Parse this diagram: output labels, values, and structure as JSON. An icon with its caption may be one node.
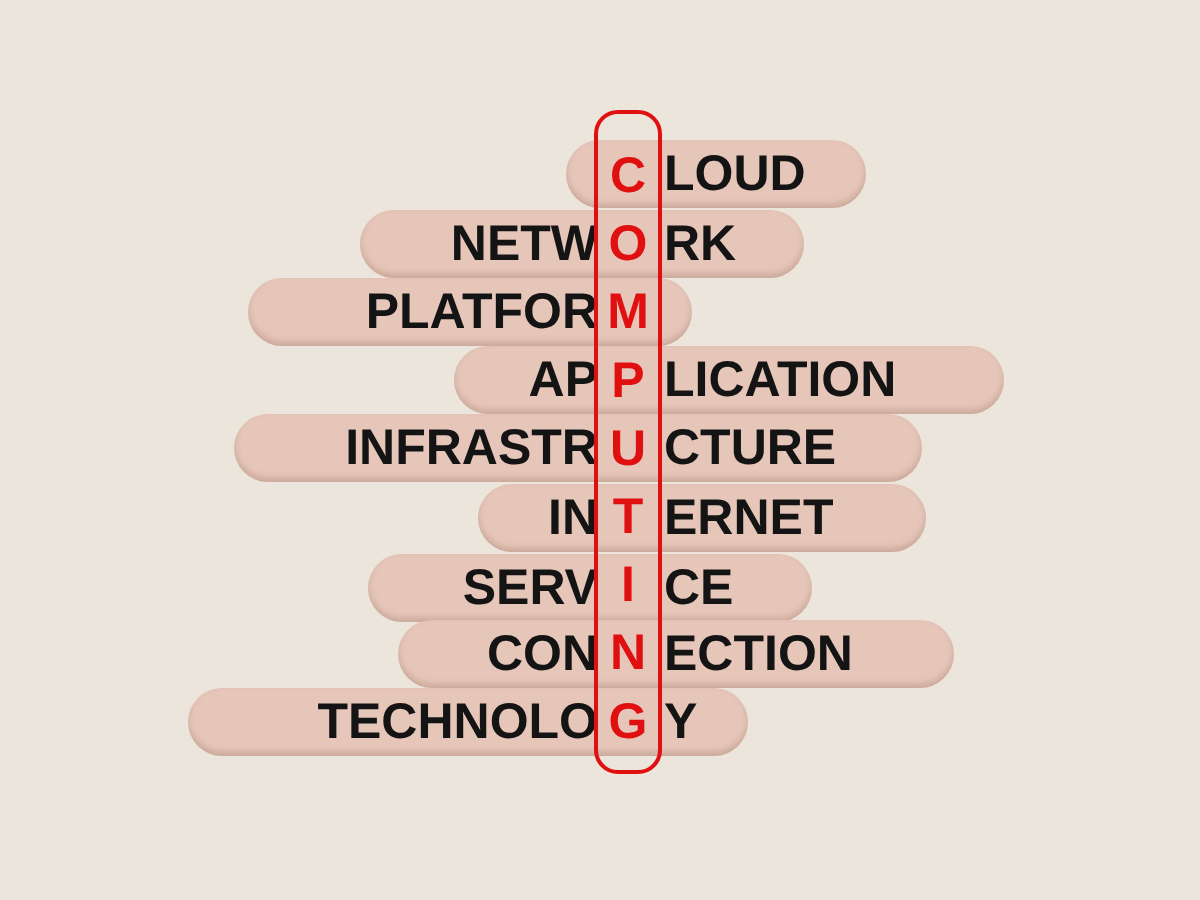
{
  "diagram": {
    "nodes": [
      {
        "text": [
          "COMPUTING"
        ]
      },
      {
        "text": [
          "LOUD"
        ]
      },
      {
        "text": [
          "NETW",
          "RK"
        ]
      },
      {
        "text": [
          "PLATFOR"
        ]
      },
      {
        "text": [
          "AP",
          "LICATION"
        ]
      },
      {
        "text": [
          "INFRASTR",
          "CTURE"
        ]
      },
      {
        "text": [
          "IN",
          "ERNET"
        ]
      },
      {
        "text": [
          "SERV",
          "CE"
        ]
      },
      {
        "text": [
          "CON",
          "ECTION"
        ]
      },
      {
        "text": [
          "TECHNOLO",
          "Y"
        ]
      }
    ]
  }
}
